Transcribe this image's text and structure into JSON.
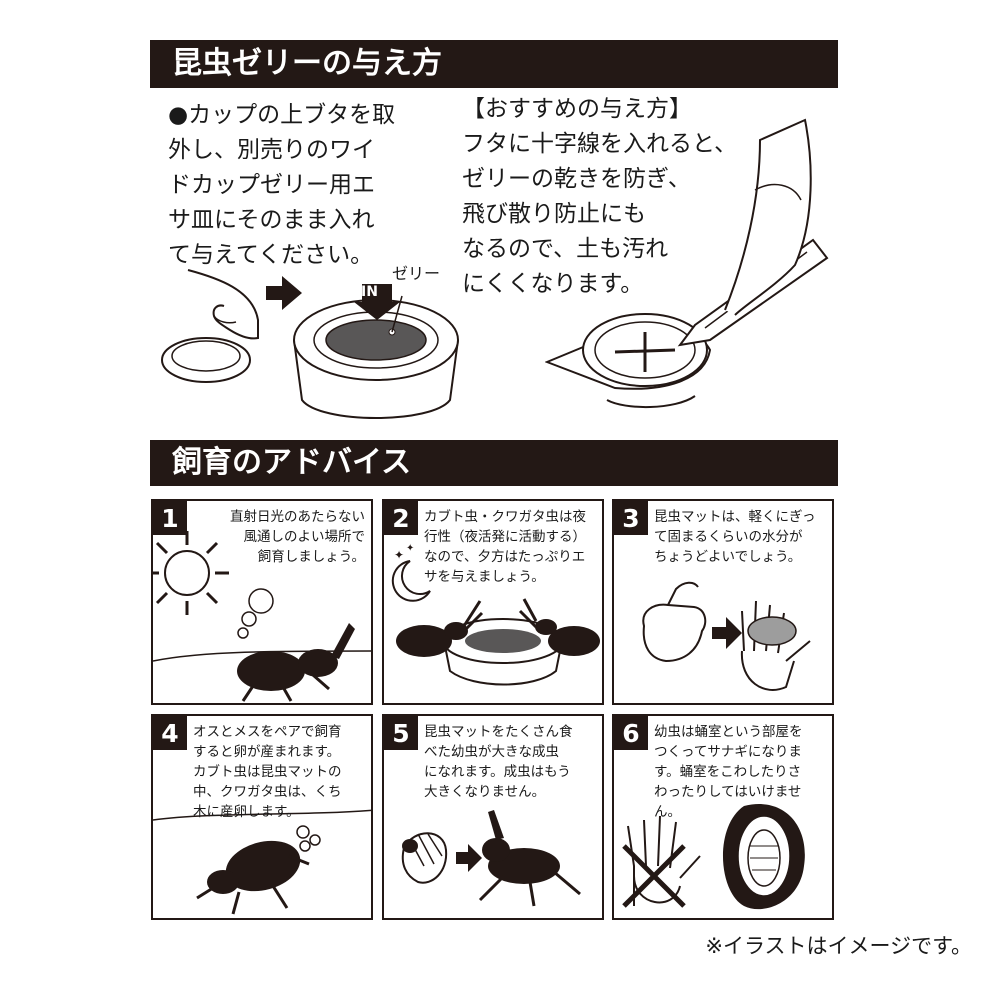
{
  "section1": {
    "title": "昆虫ゼリーの与え方",
    "instruction": "●カップの上ブタを取\n外し、別売りのワイ\nドカップゼリー用エ\nサ皿にそのまま入れ\nて与えてください。",
    "recommend_title": "【おすすめの与え方】",
    "recommend_body": "フタに十字線を入れると、\nゼリーの乾きを防ぎ、\n飛び散り防止にも\nなるので、土も汚れ\nにくくなります。",
    "label_jelly": "ゼリー",
    "label_in": "IN"
  },
  "section2": {
    "title": "飼育のアドバイス",
    "panels": [
      {
        "num": "1",
        "text": "直射日光のあたらない\n風通しのよい場所で\n飼育しましょう。"
      },
      {
        "num": "2",
        "text": "カブト虫・クワガタ虫は夜\n行性（夜活発に活動する）\nなので、夕方はたっぷりエ\nサを与えましょう。"
      },
      {
        "num": "3",
        "text": "昆虫マットは、軽くにぎっ\nて固まるくらいの水分が\nちょうどよいでしょう。"
      },
      {
        "num": "4",
        "text": "オスとメスをペアで飼育\nすると卵が産まれます。\nカブト虫は昆虫マットの\n中、クワガタ虫は、くち\n木に産卵します。"
      },
      {
        "num": "5",
        "text": "昆虫マットをたくさん食\nべた幼虫が大きな成虫\nになれます。成虫はもう\n大きくなりません。"
      },
      {
        "num": "6",
        "text": "幼虫は蛹室という部屋を\nつくってサナギになりま\nす。蛹室をこわしたりさ\nわったりしてはいけません。"
      }
    ]
  },
  "note": "※イラストはイメージです。",
  "colors": {
    "banner": "#231815",
    "text": "#1a1a1a",
    "background": "#ffffff",
    "jelly": "#595757"
  }
}
